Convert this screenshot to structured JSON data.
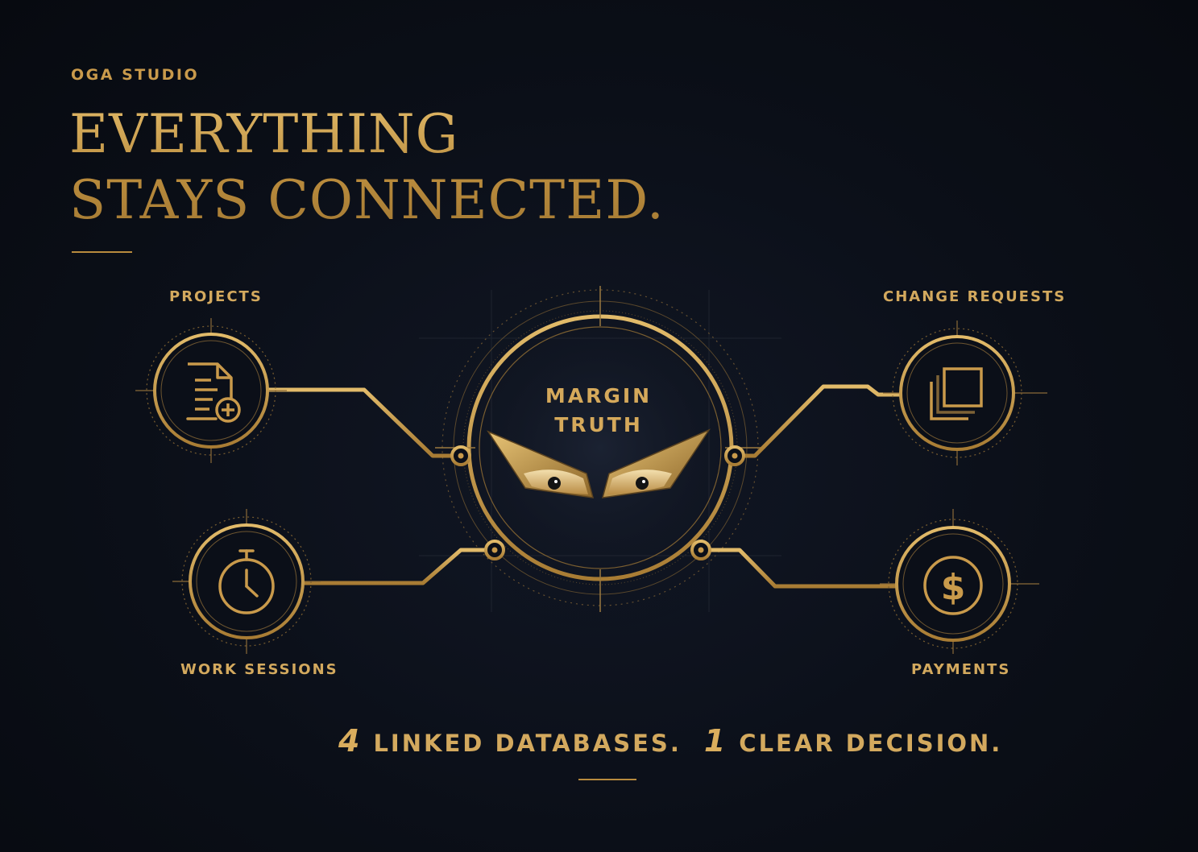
{
  "brand": "OGA STUDIO",
  "headline": {
    "line1": "EVERYTHING",
    "line2": "STAYS CONNECTED."
  },
  "center": {
    "line1": "MARGIN",
    "line2": "TRUTH"
  },
  "nodes": {
    "projects": {
      "label": "PROJECTS",
      "icon": "document-plus-icon"
    },
    "change_requests": {
      "label": "CHANGE REQUESTS",
      "icon": "stacked-squares-icon"
    },
    "work_sessions": {
      "label": "WORK SESSIONS",
      "icon": "stopwatch-icon"
    },
    "payments": {
      "label": "PAYMENTS",
      "icon": "dollar-coin-icon"
    }
  },
  "stats": {
    "count1": "4",
    "text1": "LINKED DATABASES.",
    "count2": "1",
    "text2": "CLEAR DECISION."
  },
  "colors": {
    "background": "#0a0e16",
    "gold": "#c99a4b",
    "gold_light": "#e0b867"
  }
}
